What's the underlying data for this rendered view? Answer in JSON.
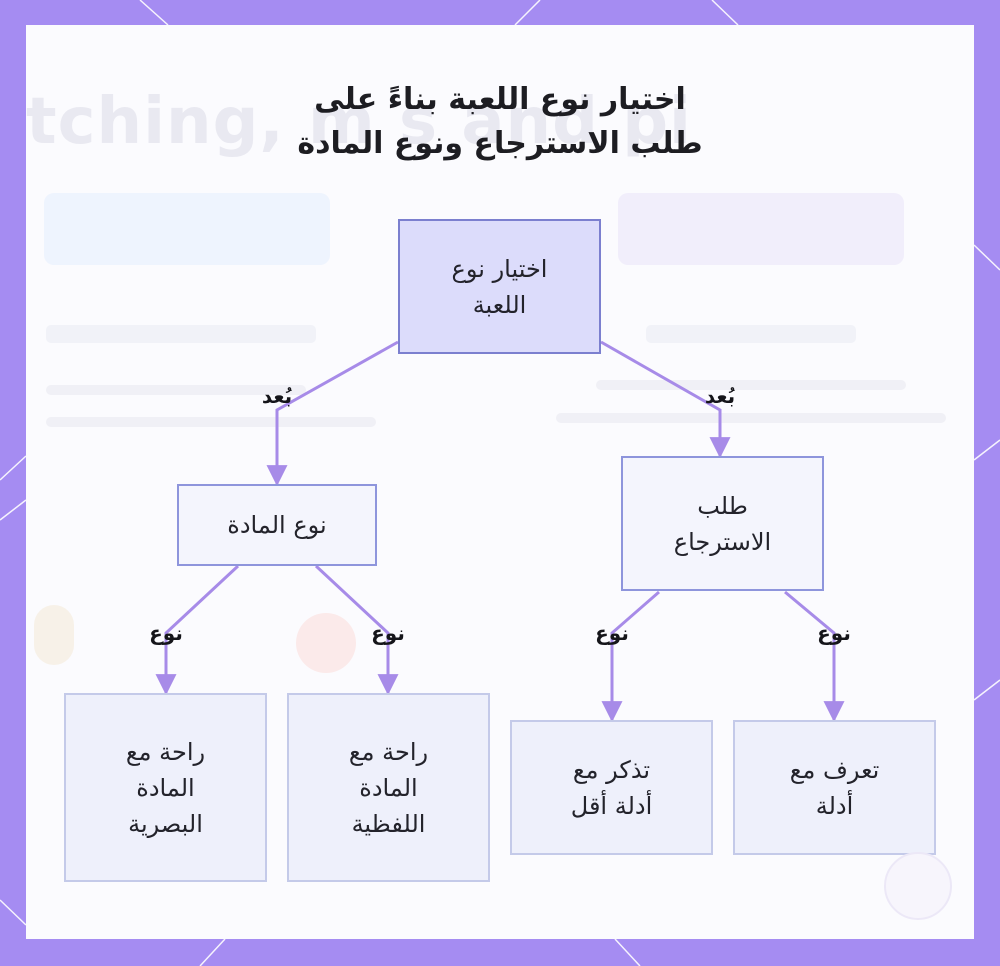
{
  "title": {
    "line1": "اختيار نوع اللعبة بناءً على",
    "line2": "طلب الاسترجاع ونوع المادة"
  },
  "nodes": {
    "root": {
      "label": "اختيار نوع\nاللعبة"
    },
    "material": {
      "label": "نوع المادة"
    },
    "recall": {
      "label": "طلب\nالاسترجاع"
    },
    "visual": {
      "label": "راحة مع\nالمادة\nالبصرية"
    },
    "verbal": {
      "label": "راحة مع\nالمادة\nاللفظية"
    },
    "recall_less": {
      "label": "تذكر مع\nأدلة أقل"
    },
    "recognize": {
      "label": "تعرف مع\nأدلة"
    }
  },
  "edge_labels": {
    "root_material": "بُعد",
    "root_recall": "بُعد",
    "material_visual": "نوع",
    "material_verbal": "نوع",
    "recall_less": "نوع",
    "recall_recognize": "نوع"
  },
  "colors": {
    "frame": "#a58cf2",
    "edge": "#a78be8",
    "root_fill": "#dcdcfb",
    "node_border": "#8e95dc"
  }
}
